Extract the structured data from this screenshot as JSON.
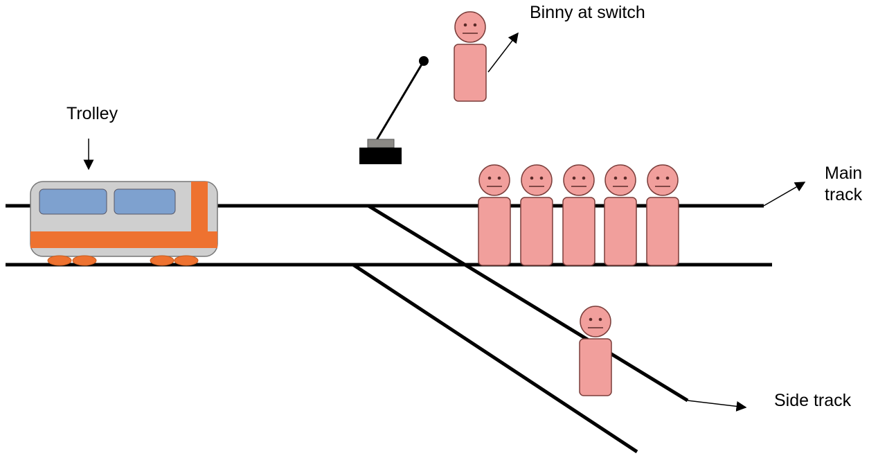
{
  "labels": {
    "trolley": "Trolley",
    "binny": "Binny at switch",
    "main_track": [
      "Main",
      "track"
    ],
    "side_track": "Side track"
  },
  "people": {
    "on_main_track": 5,
    "on_side_track": 1,
    "at_switch": 1
  },
  "colors": {
    "person_fill": "#f19f9c",
    "person_stroke": "#7a3d3a",
    "trolley_body": "#cfcfcf",
    "trolley_windows": "#7ea1cf",
    "trolley_accent": "#ee7230",
    "track": "#000000",
    "switch_base": "#000000",
    "switch_cap": "#8c8a86"
  }
}
